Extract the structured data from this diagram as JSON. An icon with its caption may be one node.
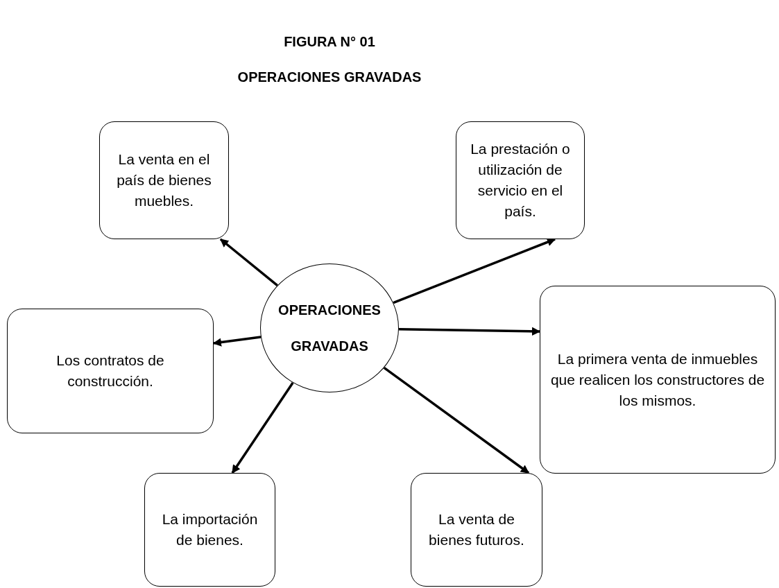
{
  "diagram": {
    "title": "FIGURA N° 01",
    "nodes": [
      {
        "text": [
          "OPERACIONES GRAVADAS"
        ]
      },
      {
        "text": [
          "La venta en el país de bienes muebles."
        ]
      },
      {
        "text": [
          "La prestación o utilización de servicio en el país."
        ]
      },
      {
        "text": [
          "Los contratos de construcción."
        ]
      },
      {
        "text": [
          "La primera venta de inmuebles que realicen los constructores de los mismos."
        ]
      },
      {
        "text": [
          "La importación de bienes."
        ]
      },
      {
        "text": [
          "La venta de bienes futuros."
        ]
      }
    ],
    "edges": [
      {
        "from": 0,
        "to": 1,
        "arrow": "to"
      },
      {
        "from": 0,
        "to": 2,
        "arrow": "to"
      },
      {
        "from": 0,
        "to": 3,
        "arrow": "to"
      },
      {
        "from": 0,
        "to": 4,
        "arrow": "to"
      },
      {
        "from": 0,
        "to": 5,
        "arrow": "to"
      },
      {
        "from": 0,
        "to": 6,
        "arrow": "to"
      }
    ],
    "labels": [
      "OPERACIONES GRAVADAS"
    ]
  }
}
